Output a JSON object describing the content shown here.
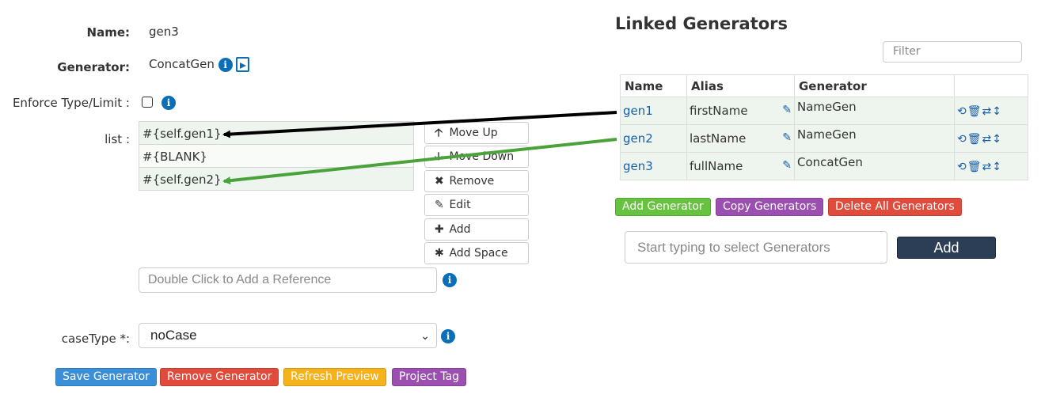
{
  "form": {
    "name_label": "Name:",
    "name_value": "gen3",
    "generator_label": "Generator:",
    "generator_value": "ConcatGen",
    "enforce_label": "Enforce Type/Limit :",
    "list_label": "list :",
    "list_items": [
      "#{self.gen1}",
      "#{BLANK}",
      "#{self.gen2}"
    ],
    "reference_placeholder": "Double Click to Add a Reference",
    "casetype_label": "caseType *:",
    "casetype_value": "noCase"
  },
  "list_buttons": {
    "move_up": "Move Up",
    "move_down": "Move Down",
    "remove": "Remove",
    "edit": "Edit",
    "add": "Add",
    "add_space": "Add Space"
  },
  "bottom_buttons": {
    "save": "Save Generator",
    "remove": "Remove Generator",
    "refresh": "Refresh Preview",
    "project_tag": "Project Tag"
  },
  "linked": {
    "title": "Linked Generators",
    "filter_placeholder": "Filter",
    "columns": [
      "Name",
      "Alias",
      "Generator"
    ],
    "rows": [
      {
        "name": "gen1",
        "alias": "firstName",
        "generator": "NameGen"
      },
      {
        "name": "gen2",
        "alias": "lastName",
        "generator": "NameGen"
      },
      {
        "name": "gen3",
        "alias": "fullName",
        "generator": "ConcatGen"
      }
    ],
    "add_generator": "Add Generator",
    "copy_generators": "Copy Generators",
    "delete_all": "Delete All Generators",
    "select_placeholder": "Start typing to select Generators",
    "add_label": "Add"
  },
  "colors": {
    "blue": "#3a8fd8",
    "red": "#e04b3c",
    "orange": "#f5b21b",
    "purple": "#9b4fb0",
    "green": "#66c23f",
    "arrow_black": "#000000",
    "arrow_green": "#4aa33a"
  },
  "icons": [
    "info-icon",
    "video-doc-icon",
    "pencil-icon",
    "refresh-icon",
    "trash-icon",
    "swap-icon",
    "updown-icon",
    "chevron-down-icon"
  ]
}
